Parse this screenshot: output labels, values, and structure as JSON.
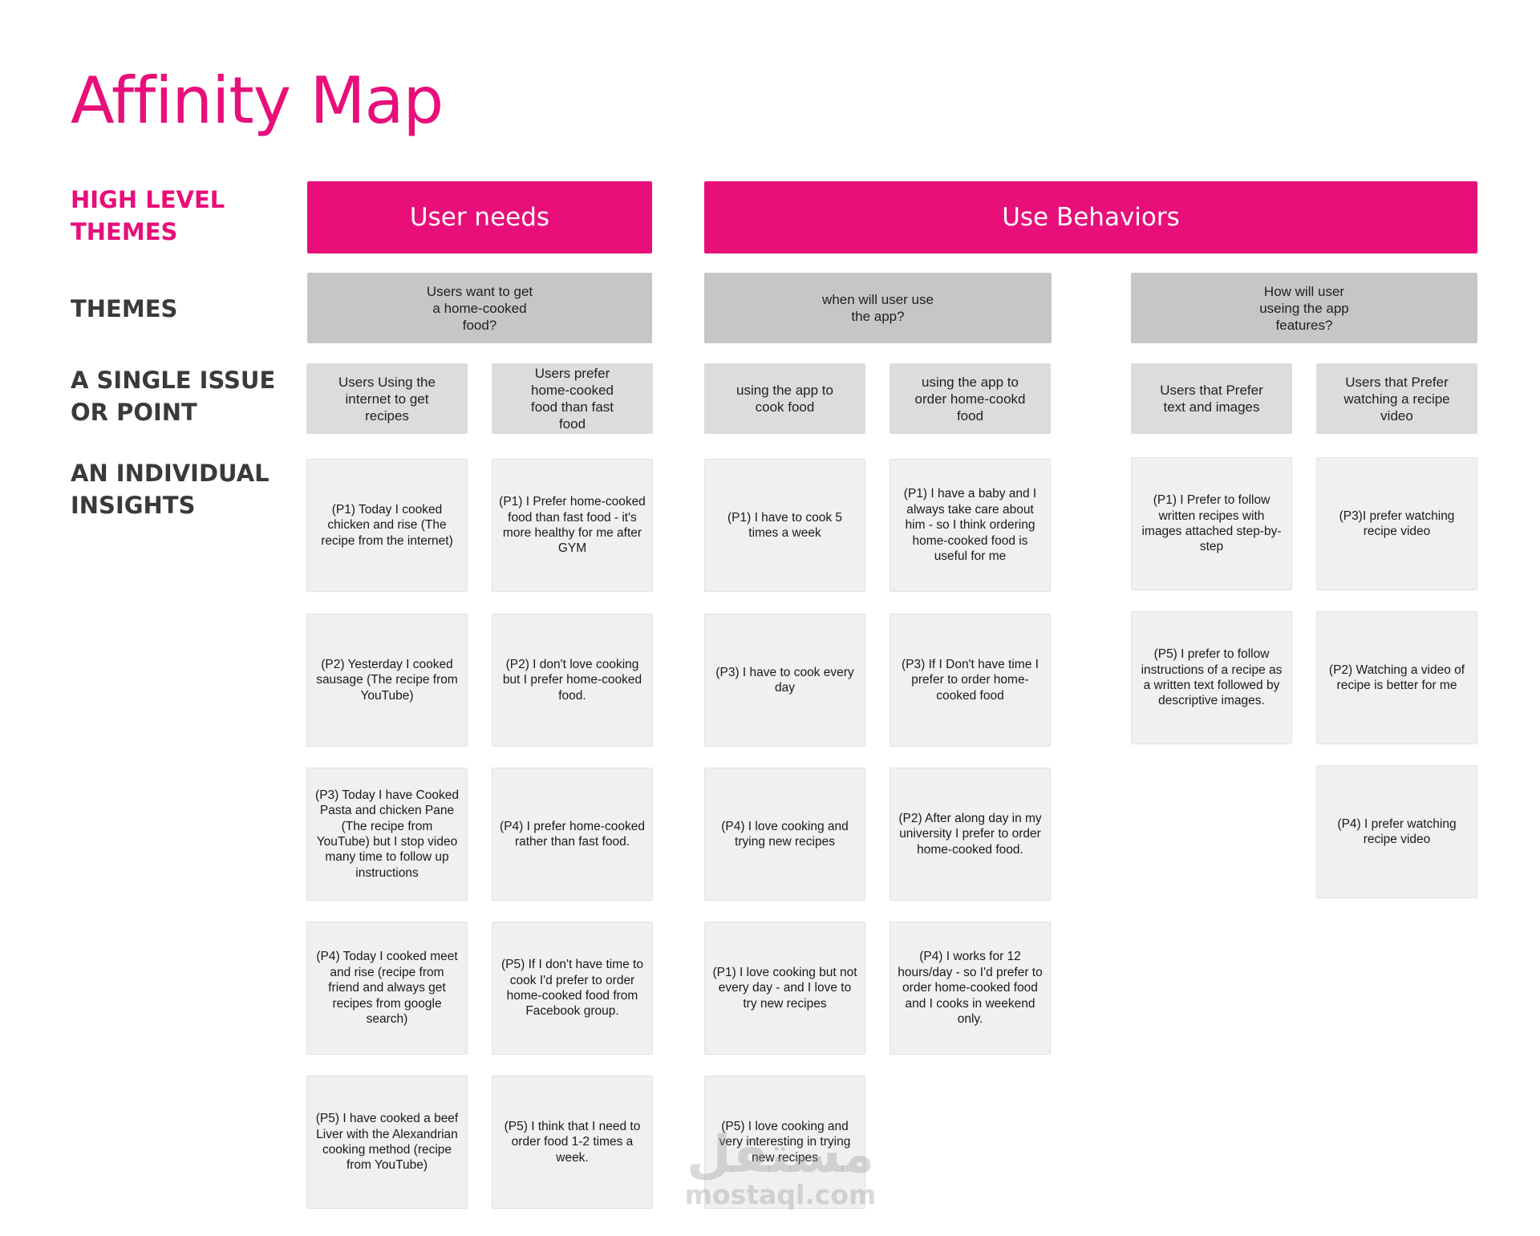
{
  "title": "Affinity Map",
  "colors": {
    "accent": "#e80f7a",
    "label": "#3a3a3a",
    "theme_bg": "#c6c6c6",
    "issue_bg": "#dcdcdc",
    "note_bg": "#f0f0f0"
  },
  "row_labels": {
    "high_level": "HIGH LEVEL\nTHEMES",
    "themes": "THEMES",
    "single_issue": "A SINGLE ISSUE\nOR POINT",
    "insights": "AN INDIVIDUAL\nINSIGHTS"
  },
  "high_level_themes": [
    "User needs",
    "Use Behaviors"
  ],
  "themes": [
    "Users want to get\na home-cooked\nfood?",
    "when will user use\nthe app?",
    "How will user\nuseing the app\nfeatures?"
  ],
  "issues": [
    "Users Using the\ninternet to get\nrecipes",
    "Users prefer\nhome-cooked\nfood than fast\nfood",
    "using the app to\ncook food",
    "using the app to\norder home-cookd\nfood",
    "Users that Prefer\ntext and images",
    "Users that Prefer\nwatching a recipe\nvideo"
  ],
  "insights": [
    [
      "(P1) Today I cooked chicken and rise (The recipe from the internet)",
      "(P2) Yesterday I cooked sausage (The recipe from YouTube)",
      "(P3) Today I have Cooked Pasta and chicken Pane (The recipe from YouTube) but I stop video many time to follow up instructions",
      "(P4) Today I cooked meet and rise (recipe from friend and always get recipes from google search)",
      "(P5) I have cooked a beef Liver with the Alexandrian cooking method (recipe from YouTube)"
    ],
    [
      "(P1) I Prefer home-cooked food than fast food - it's more healthy for me after GYM",
      "(P2) I don't love cooking but I prefer home-cooked food.",
      "(P4) I prefer home-cooked rather than fast food.",
      "(P5) If I don't have time to cook I'd prefer to order home-cooked food from Facebook group.",
      "(P5) I think that I need to order food 1-2 times a week."
    ],
    [
      "(P1) I have to cook 5 times a week",
      "(P3) I have to cook every day",
      "(P4) I love cooking and trying new recipes",
      "(P1) I love cooking but not every day - and I love to try new recipes",
      "(P5) I love cooking and very interesting in trying new recipes"
    ],
    [
      "(P1) I have a baby and I always take care about him - so I think ordering home-cooked food is useful for me",
      "(P3) If I Don't have time I prefer to order home-cooked food",
      "(P2) After along day in my university I prefer to order home-cooked food.",
      "(P4) I works for 12 hours/day - so I'd prefer to order home-cooked food and I cooks in weekend only."
    ],
    [
      "(P1) I Prefer to follow written recipes with images attached step-by-step",
      "(P5) I prefer to follow instructions of a recipe as a written text followed by descriptive images."
    ],
    [
      "(P3)I prefer watching recipe video",
      "(P2) Watching a video of recipe is better for me",
      "(P4) I prefer watching recipe video"
    ]
  ],
  "watermark": {
    "arabic": "مستقل",
    "latin": "mostaql.com"
  }
}
